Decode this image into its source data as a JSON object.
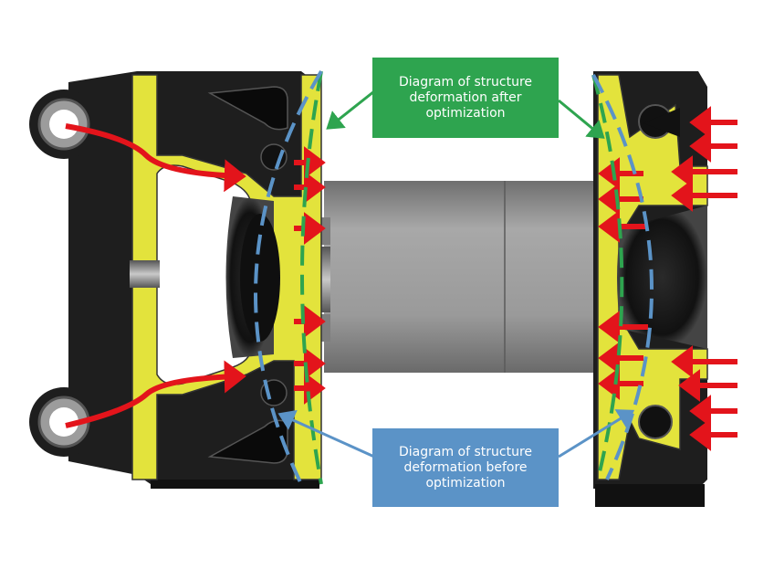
{
  "labels": {
    "after": [
      "Diagram of structure",
      "deformation after",
      "optimization"
    ],
    "before": [
      "Diagram of structure",
      "deformation before",
      "optimization"
    ]
  },
  "colors": {
    "structure_yellow": "#e3e33c",
    "body_black": "#1e1e1e",
    "shaft_gray": "#8f8f8f",
    "force_arrow_red": "#e3141b",
    "after_green": "#2ea44f",
    "before_blue": "#5b93c7"
  }
}
